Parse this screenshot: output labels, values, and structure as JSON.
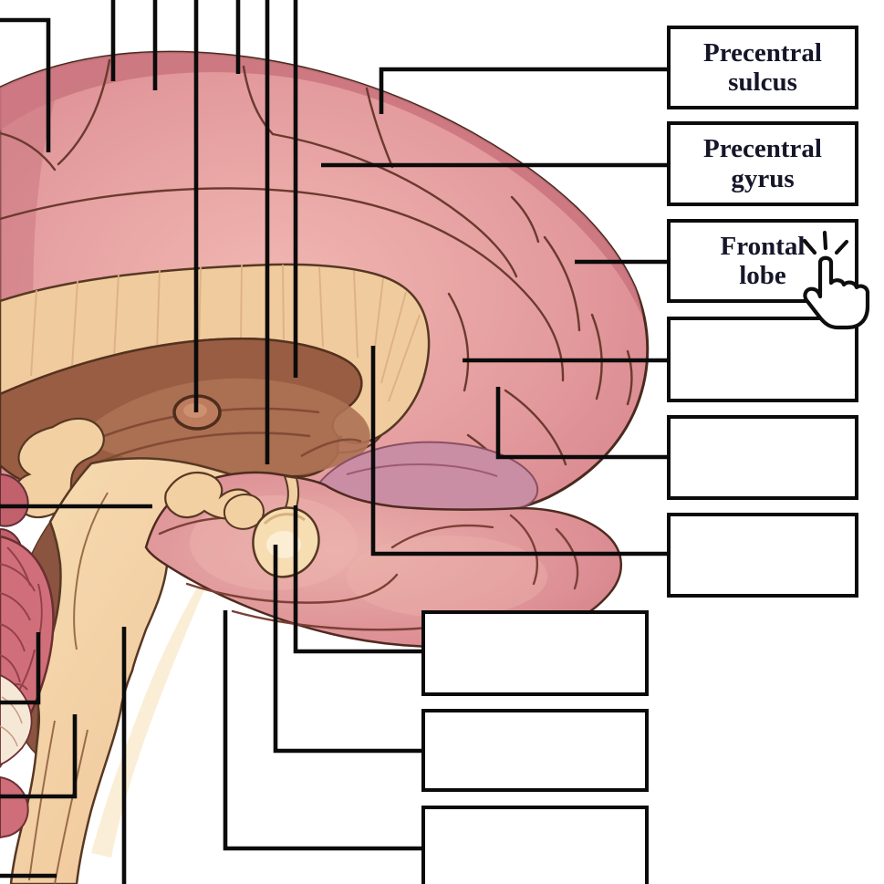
{
  "page": {
    "background_color": "#ffffff"
  },
  "quiz": {
    "description": "Brain anatomy labeling diagram (midsagittal section) with leader lines and answer boxes",
    "text_color": "#16162a",
    "box_border_color": "#0b0b0b",
    "leader_line_color": "#0b0b0b",
    "boxes": [
      {
        "id": "precentral-sulcus",
        "text": "Precentral\nsulcus",
        "filled": true
      },
      {
        "id": "precentral-gyrus",
        "text": "Precentral\ngyrus",
        "filled": true
      },
      {
        "id": "frontal-lobe",
        "text": "Frontal\nlobe",
        "filled": true
      },
      {
        "id": "blank-1",
        "text": "",
        "filled": false
      },
      {
        "id": "blank-2",
        "text": "",
        "filled": false
      },
      {
        "id": "blank-3",
        "text": "",
        "filled": false
      },
      {
        "id": "blank-4",
        "text": "",
        "filled": false
      },
      {
        "id": "blank-5",
        "text": "",
        "filled": false
      },
      {
        "id": "blank-6",
        "text": "",
        "filled": false
      }
    ]
  },
  "cursor": {
    "icon": "hand-pointer-click-icon",
    "over": "frontal-lobe box"
  },
  "illustration": {
    "subject": "midsagittal human brain section",
    "colors": {
      "cortex_pink": "#e09298",
      "cortex_rim": "#cb7680",
      "corpus_callosum_tan": "#f0cb9e",
      "inner_brown": "#995d43",
      "brainstem_tan": "#f2cda0",
      "temporal_pink": "#dd9095",
      "cerebellum_rose": "#d06f7a",
      "mauve_band": "#c98da4",
      "cream": "#f6ddb2",
      "outline_brown": "#573823"
    }
  }
}
